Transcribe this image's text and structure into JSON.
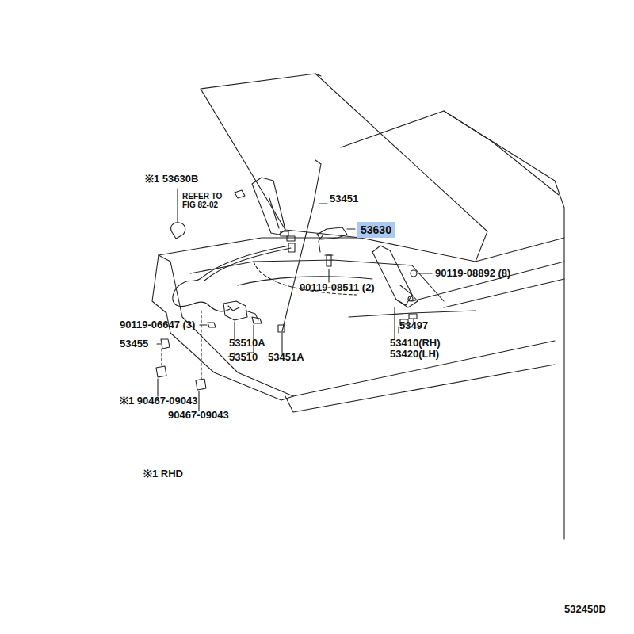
{
  "diagram": {
    "nodes": [
      {
        "text": [
          "53630"
        ]
      }
    ],
    "labels": [
      "※1 53630B",
      "REFER TO FIG 82-02",
      "53451",
      "90119-08892 (8)",
      "90119-08511 (2)",
      "90119-06647 (3)",
      "53497",
      "53455",
      "53510A",
      "53510",
      "53451A",
      "53410(RH)",
      "53420(LH)",
      "※1 90467-09043",
      "90467-09043",
      "※1 RHD",
      "532450D"
    ]
  }
}
